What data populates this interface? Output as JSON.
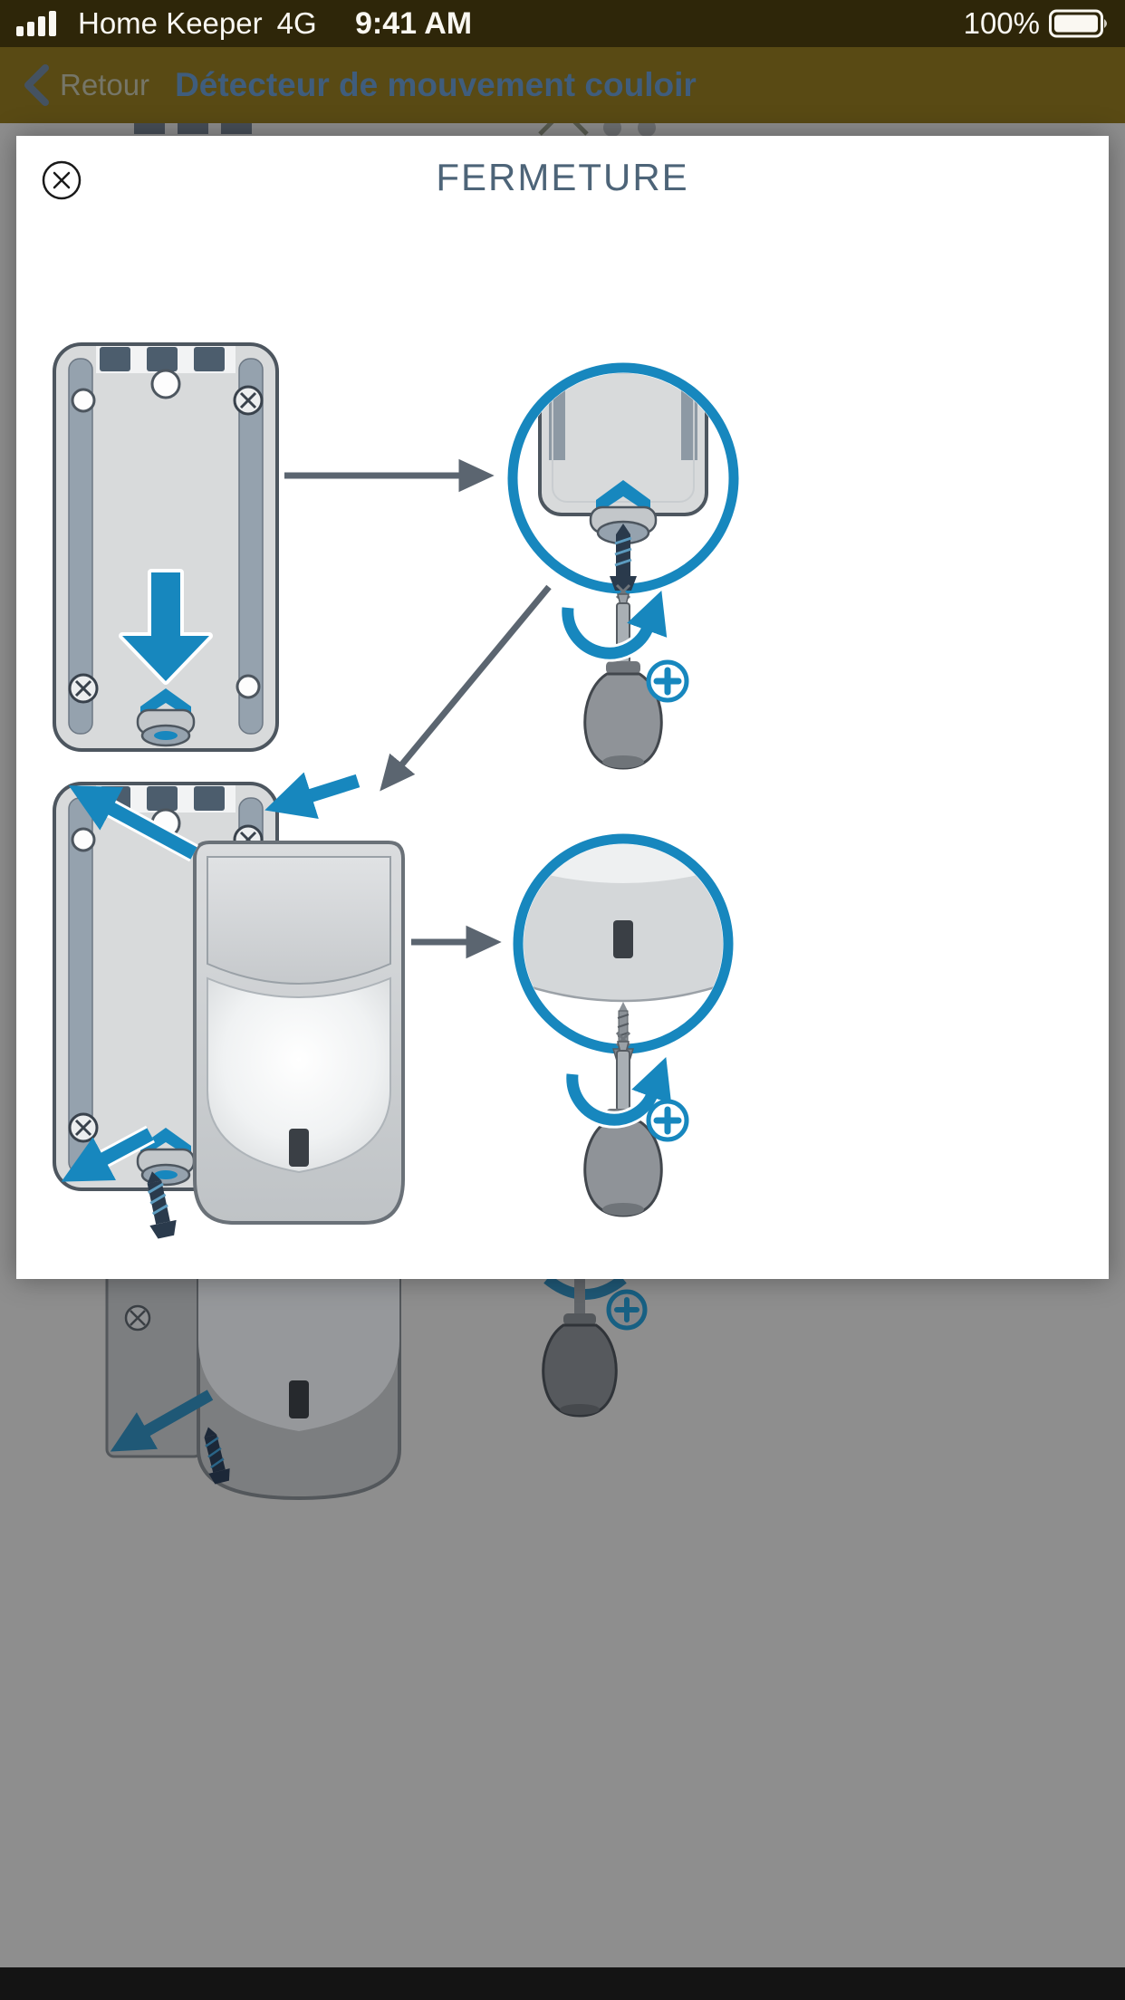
{
  "status_bar": {
    "carrier": "Home Keeper",
    "network": "4G",
    "time": "9:41 AM",
    "battery_percent": "100%"
  },
  "nav_bar": {
    "back_label": "Retour",
    "title": "Détecteur de mouvement couloir"
  },
  "modal": {
    "title": "FERMETURE"
  },
  "icons": {
    "close": "circle-x-icon",
    "back": "chevron-left-icon",
    "signal": "cell-signal-bars-icon",
    "battery": "battery-full-icon",
    "screwdriver": "phillips-screwdriver-icon",
    "phillips_bit": "phillips-cross-in-circle-icon",
    "rotation": "clockwise-rotation-arrow-icon"
  },
  "colors": {
    "accent_blue": "#1787be",
    "arrow_gray": "#5b6570",
    "status_bar_background": "#2e2609",
    "nav_bar_background": "#594a14",
    "modal_title_color": "#4d6478",
    "dim_overlay_gray": "#8e8e8e"
  }
}
